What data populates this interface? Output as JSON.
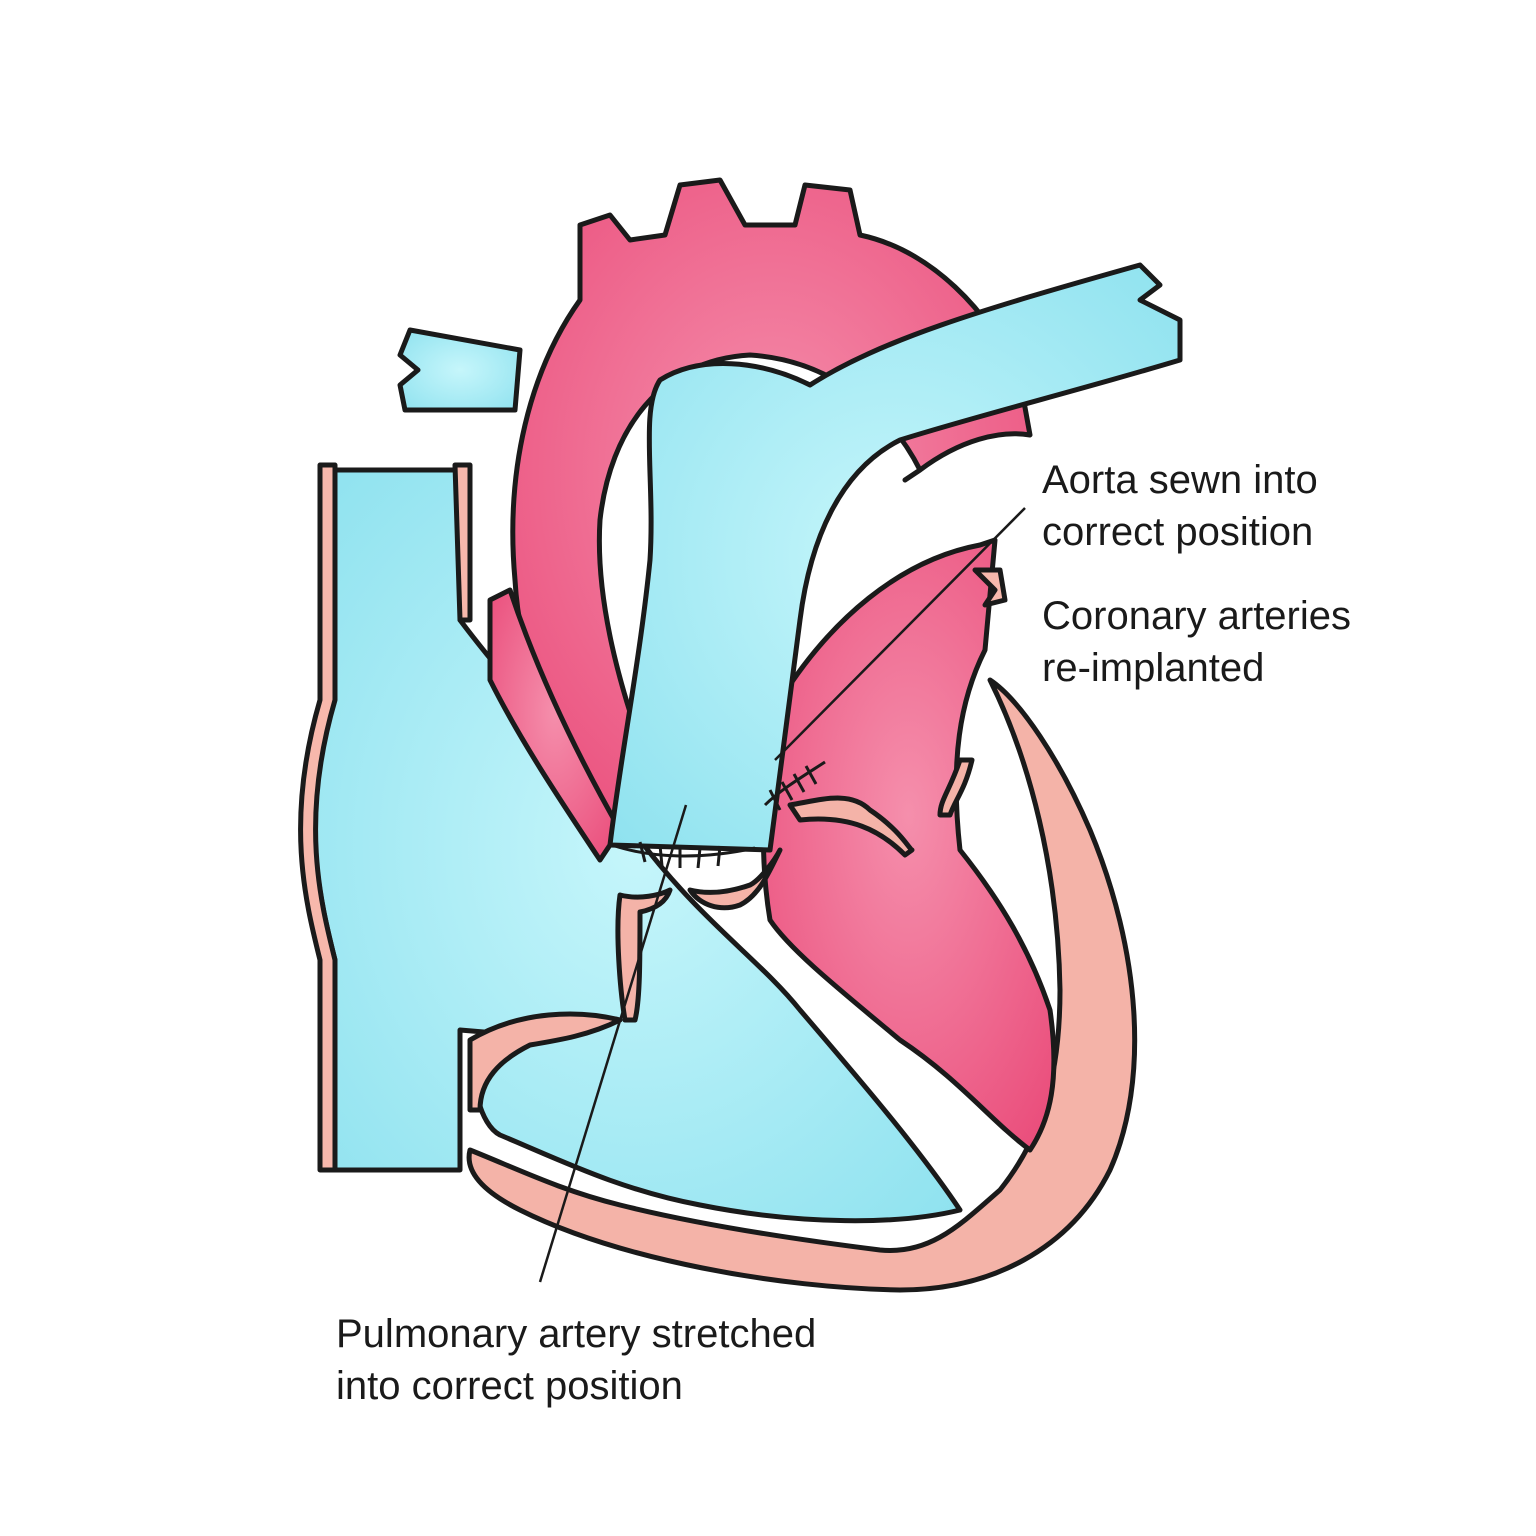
{
  "diagram": {
    "labels": {
      "aorta": {
        "line1": "Aorta sewn into",
        "line2": "correct position"
      },
      "coronary": {
        "line1": "Coronary arteries",
        "line2": "re-implanted"
      },
      "pulmonary": {
        "line1": "Pulmonary artery stretched",
        "line2": "into correct position"
      }
    },
    "colors": {
      "oxygenated_blood": "#f0668e",
      "deoxygenated_blood": "#aeeef6",
      "vessel_wall": "#f7b8ac",
      "myocardium": "#f4b3a8",
      "outline": "#1a1a1a"
    }
  }
}
